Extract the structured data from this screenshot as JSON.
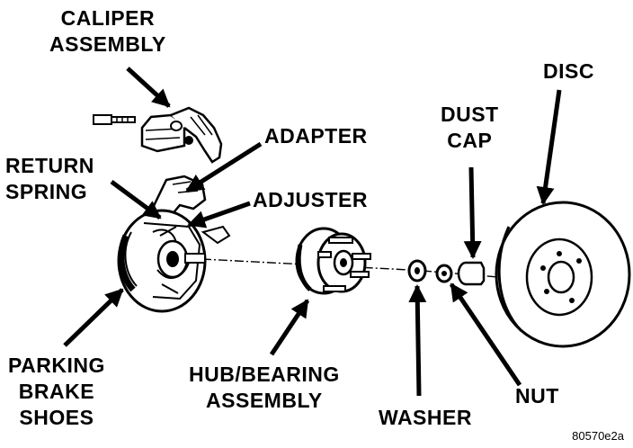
{
  "labels": {
    "caliper_1": "CALIPER",
    "caliper_2": "ASSEMBLY",
    "adapter": "ADAPTER",
    "return_1": "RETURN",
    "return_2": "SPRING",
    "adjuster": "ADJUSTER",
    "dust_1": "DUST",
    "dust_2": "CAP",
    "disc": "DISC",
    "parking_1": "PARKING",
    "parking_2": "BRAKE",
    "parking_3": "SHOES",
    "hub_1": "HUB/BEARING",
    "hub_2": "ASSEMBLY",
    "washer": "WASHER",
    "nut": "NUT"
  },
  "figure_id": "80570e2a"
}
